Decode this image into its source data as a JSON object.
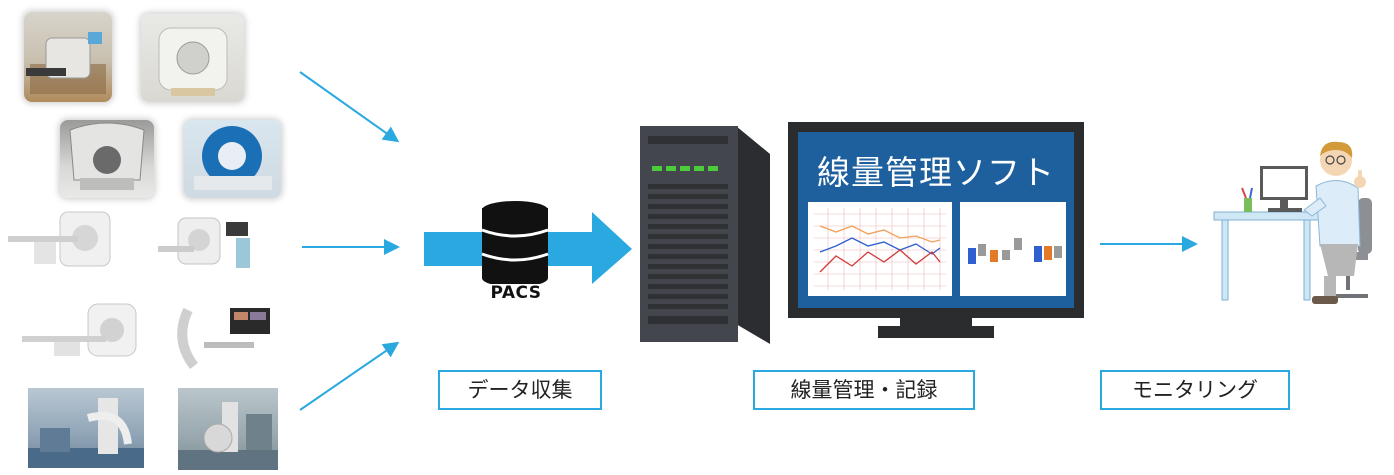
{
  "pacs_label": "PACS",
  "monitor_title": "線量管理ソフト",
  "labels": {
    "data_collection": "データ収集",
    "dose_management": "線量管理・記録",
    "monitoring": "モニタリング"
  },
  "icons": {
    "database": "database-icon",
    "server": "server-icon",
    "monitor": "monitor-icon",
    "doctor": "doctor-at-computer-icon"
  },
  "colors": {
    "accent": "#29a9e0",
    "monitor_blue": "#1e5f9e",
    "server_dark": "#3a3d42",
    "led_green": "#4ccc3a"
  }
}
